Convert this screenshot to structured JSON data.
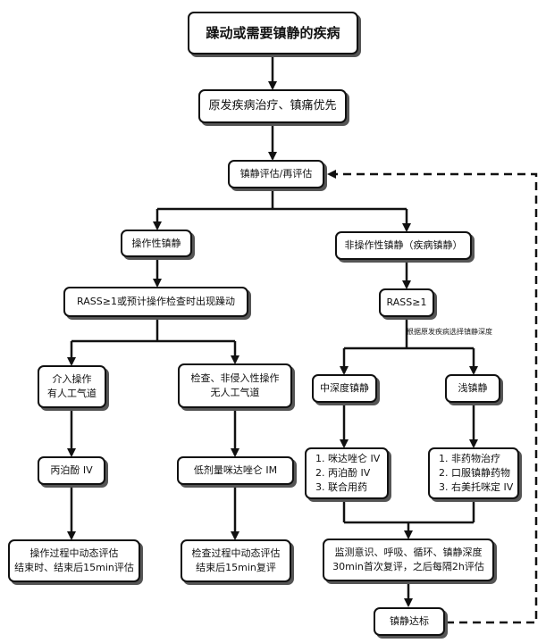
{
  "nodes": {
    "top": "躁动或需要镇静的疾病",
    "primary": "原发疾病治疗、镇痛优先",
    "assess": "镇静评估/再评估",
    "procedural": "操作性镇静",
    "non_procedural": "非操作性镇静（疾病镇静）",
    "rass_left": "RASS≥1或预计操作检查时出现躁动",
    "rass_right": "RASS≥1",
    "intervention": [
      "介入操作",
      "有人工气道"
    ],
    "exam": [
      "检查、非侵入性操作",
      "无人工气道"
    ],
    "moderate_deep": "中深度镇静",
    "light": "浅镇静",
    "propofol": "丙泊酚 IV",
    "midazolam_low": "低剂量咪达唑仑 IM",
    "deep_drugs": [
      "1. 咪达唑仑 IV",
      "2. 丙泊酚 IV",
      "3. 联合用药"
    ],
    "light_drugs": [
      "1. 非药物治疗",
      "2. 口服镇静药物",
      "3. 右美托咪定 IV"
    ],
    "procedure_monitor": [
      "操作过程中动态评估",
      "结束时、结束后15min评估"
    ],
    "exam_monitor": [
      "检查过程中动态评估",
      "结束后15min复评"
    ],
    "monitor": [
      "监测意识、呼吸、循环、镇静深度",
      "30min首次复评，之后每隔2h评估"
    ],
    "target": "镇静达标"
  },
  "annotation": "根据原发疾病选择镇静深度"
}
